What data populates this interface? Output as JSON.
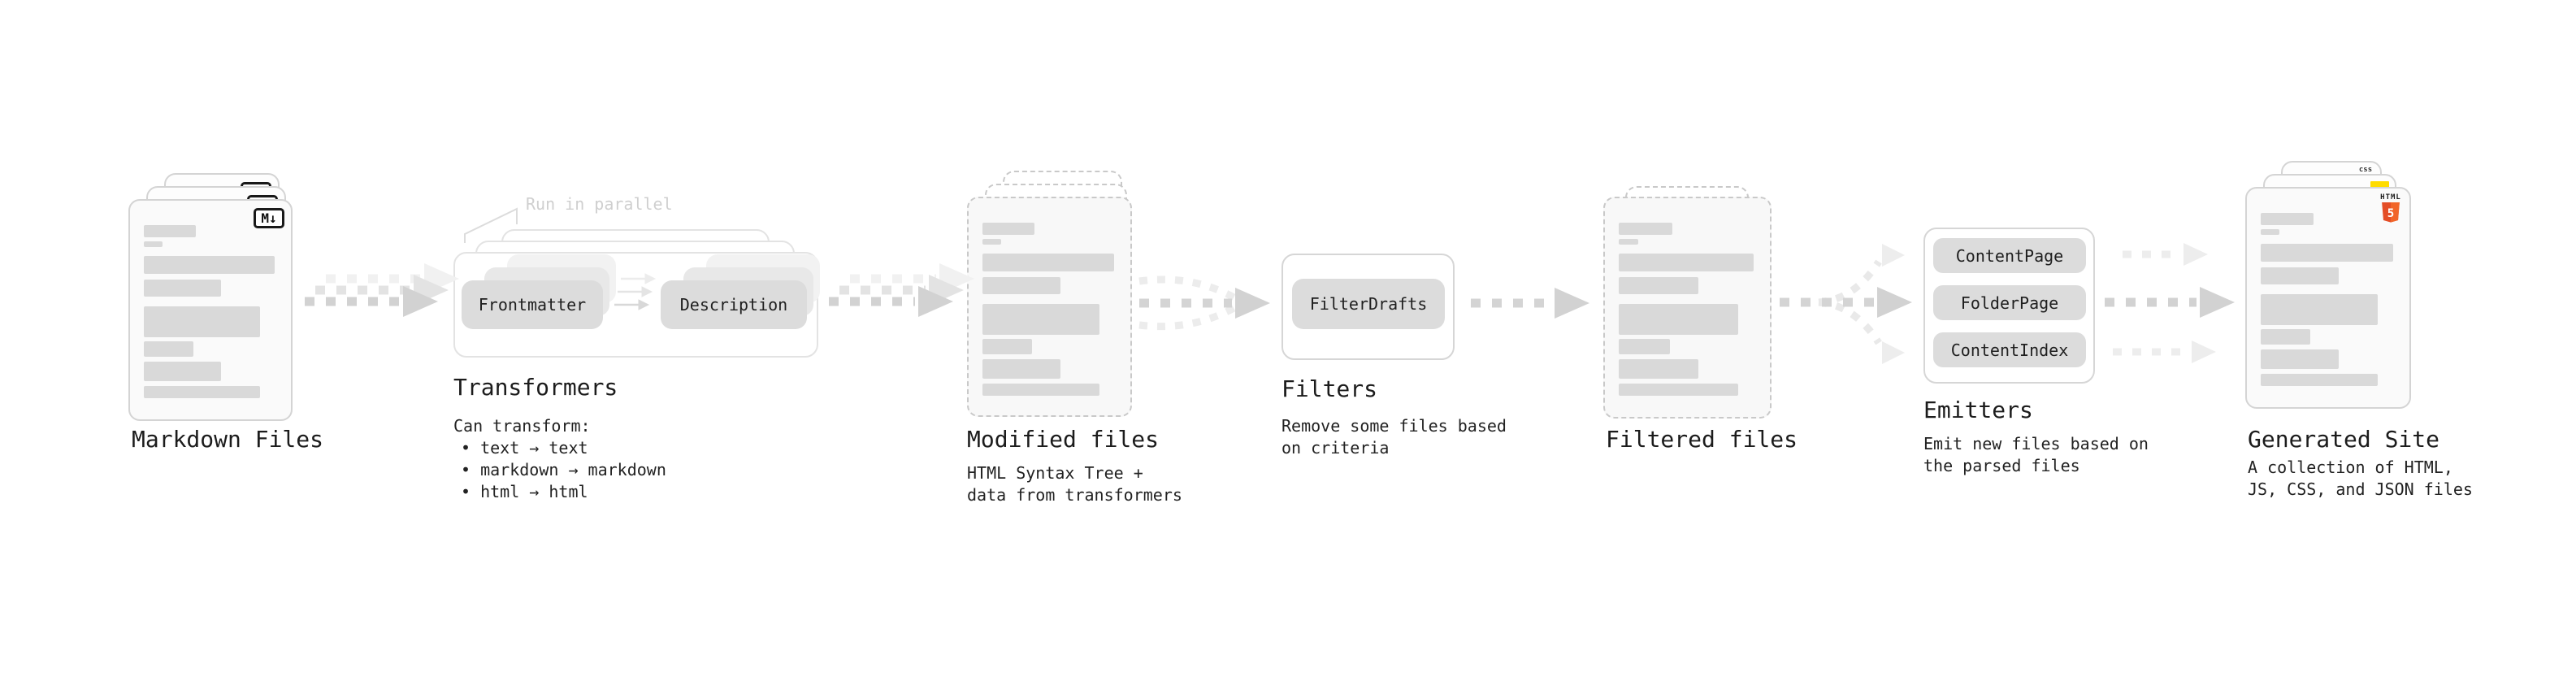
{
  "colors": {
    "arrow_gray": "#d2d2d2",
    "arrow_light": "#e3e3e3",
    "arrow_faint": "#f0f0f0",
    "node_fill": "#dcdcdc",
    "text_dark": "#1c1c1c",
    "callout_gray": "#cfcfcf",
    "html5_orange": "#e44d26",
    "html5_orange_light": "#f16529",
    "js_yellow": "#ffdc00",
    "css_blue": "#2160c4"
  },
  "stages": {
    "markdown": {
      "label": "Markdown Files",
      "badge": "M↓",
      "file_count": 3
    },
    "transformers": {
      "title": "Transformers",
      "callout": "Run in parallel",
      "buttons": [
        "Frontmatter",
        "Description"
      ],
      "desc_heading": "Can transform:",
      "bullets": [
        "• text → text",
        "• markdown → markdown",
        "• html → html"
      ]
    },
    "modified": {
      "label": "Modified files",
      "desc": [
        "HTML Syntax Tree +",
        "data from transformers"
      ],
      "file_count": 3
    },
    "filters": {
      "title": "Filters",
      "buttons": [
        "FilterDrafts"
      ],
      "desc": [
        "Remove some files based",
        "on criteria"
      ]
    },
    "filtered": {
      "label": "Filtered files",
      "file_count": 2
    },
    "emitters": {
      "title": "Emitters",
      "buttons": [
        "ContentPage",
        "FolderPage",
        "ContentIndex"
      ],
      "desc": [
        "Emit new files based on",
        "the parsed files"
      ]
    },
    "generated": {
      "label": "Generated Site",
      "desc": [
        "A collection of HTML,",
        "JS, CSS, and JSON files"
      ],
      "badges": {
        "css": "css",
        "html_label": "HTML",
        "html_number": "5"
      }
    }
  }
}
